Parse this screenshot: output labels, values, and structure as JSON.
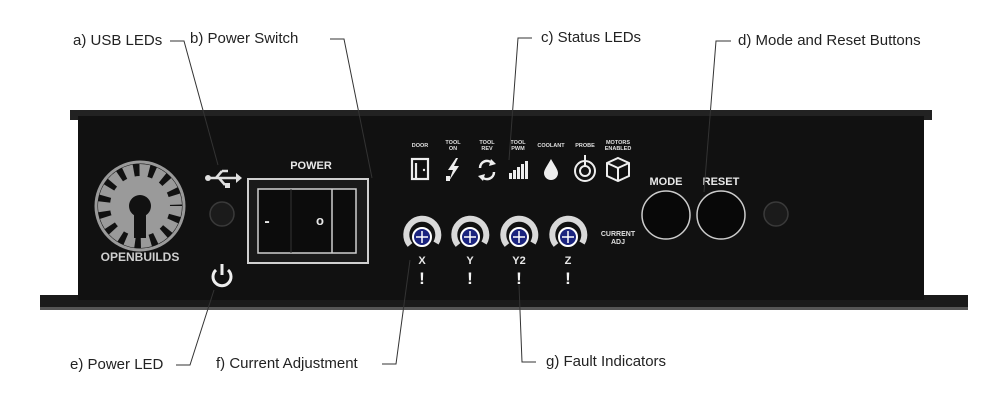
{
  "device": {
    "logo_text": "OPENBUILDS",
    "power_label": "POWER",
    "switch_off_symbol": "-",
    "switch_on_symbol": "o",
    "status_leds": [
      {
        "label_line1": "DOOR",
        "label_line2": "",
        "icon": "door-icon"
      },
      {
        "label_line1": "TOOL",
        "label_line2": "ON",
        "icon": "lightning-icon"
      },
      {
        "label_line1": "TOOL",
        "label_line2": "REV",
        "icon": "reverse-arrows-icon"
      },
      {
        "label_line1": "TOOL",
        "label_line2": "PWM",
        "icon": "signal-bars-icon"
      },
      {
        "label_line1": "COOLANT",
        "label_line2": "",
        "icon": "droplet-icon"
      },
      {
        "label_line1": "PROBE",
        "label_line2": "",
        "icon": "probe-icon"
      },
      {
        "label_line1": "MOTORS",
        "label_line2": "ENABLED",
        "icon": "motor-cube-icon"
      }
    ],
    "mode_label": "MODE",
    "reset_label": "RESET",
    "axes": [
      "X",
      "Y",
      "Y2",
      "Z"
    ],
    "fault_symbol": "!",
    "current_adj_line1": "CURRENT",
    "current_adj_line2": "ADJ",
    "colors": {
      "body": "#111111",
      "label": "#e8e8e8",
      "knob": "#d9d9d9",
      "knob_center": "#1a237e"
    }
  },
  "callouts": {
    "usb_leds": "a) USB LEDs",
    "power_switch": "b) Power Switch",
    "status_leds": "c) Status LEDs",
    "mode_reset": "d) Mode and Reset Buttons",
    "power_led": "e) Power LED",
    "current_adjustment": "f) Current Adjustment",
    "fault_indicators": "g) Fault Indicators"
  }
}
